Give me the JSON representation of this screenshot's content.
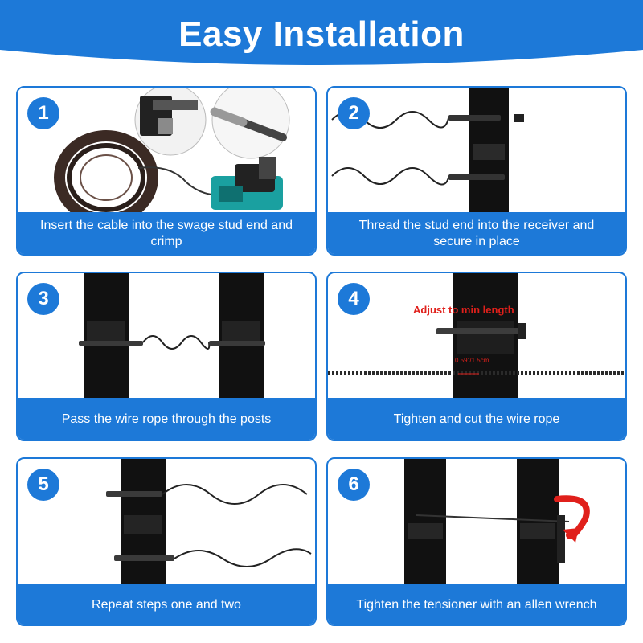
{
  "header": {
    "title": "Easy Installation",
    "color": "#1d79d8"
  },
  "steps": [
    {
      "number": "1",
      "caption": "Insert the cable into the swage stud end and crimp"
    },
    {
      "number": "2",
      "caption": "Thread the stud end into the receiver and secure in place"
    },
    {
      "number": "3",
      "caption": "Pass the wire rope through the posts"
    },
    {
      "number": "4",
      "caption": "Tighten and cut the wire rope",
      "annotation": "Adjust to min length",
      "measurement": "0.59\"/1.5cm"
    },
    {
      "number": "5",
      "caption": "Repeat steps one and two"
    },
    {
      "number": "6",
      "caption": "Tighten the tensioner with an allen wrench"
    }
  ],
  "icons": [
    "wire-coil-icon",
    "crimp-tool-icon",
    "post-icon",
    "tension-arrow-icon"
  ]
}
